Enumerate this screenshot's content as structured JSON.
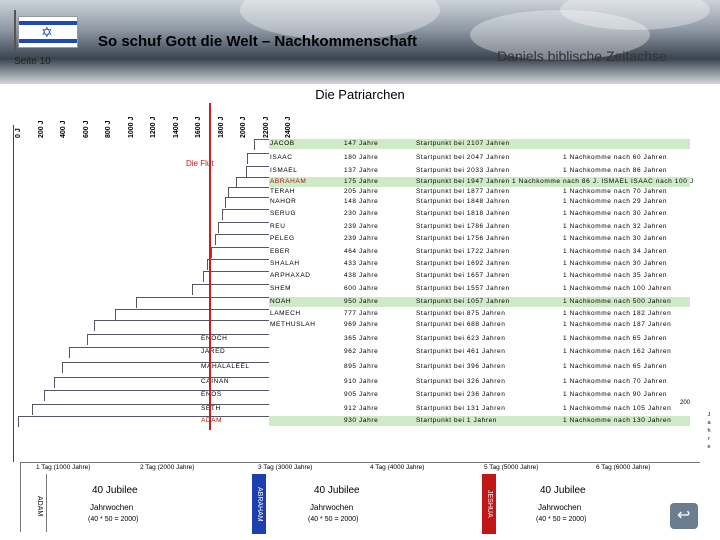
{
  "header": {
    "title": "So schuf Gott die Welt – Nachkommenschaft",
    "page": "Seite 10",
    "subtitle": "Daniels biblische Zeitachse",
    "flag_icon": "israel-flag-icon"
  },
  "section_title": "Die Patriarchen",
  "scale_labels": [
    "0 J",
    "200 J",
    "400 J",
    "600 J",
    "800 J",
    "1000 J",
    "1200 J",
    "1400 J",
    "1600 J",
    "1800 J",
    "2000 J",
    "2200 J",
    "2400 J"
  ],
  "flood_label": "Die Flut",
  "patriarchs": [
    {
      "name": "JACOB",
      "age": "147 Jahre",
      "start": "Startpunkt  bei  2107 Jahren",
      "offspring": "",
      "green": true,
      "startYear": 2107,
      "life": 147
    },
    {
      "name": "ISAAC",
      "age": "180 Jahre",
      "start": "Startpunkt  bei  2047 Jahren",
      "offspring": "1  Nachkomme nach 60 Jahren",
      "green": false,
      "startYear": 2047,
      "life": 180
    },
    {
      "name": "ISMAEL",
      "age": "137 Jahre",
      "start": "Startpunkt  bei  2033 Jahren",
      "offspring": "1  Nachkomme nach 86 Jahren",
      "green": false,
      "startYear": 2033,
      "life": 137
    },
    {
      "name": "ABRAHAM",
      "age": "175 Jahre",
      "start": "Startpunkt  bei  1947 Jahren  1  Nachkomme nach 86 J. ISMAEL ISAAC nach 100 J",
      "offspring": "",
      "green": true,
      "startYear": 1947,
      "life": 175
    },
    {
      "name": "TERAH",
      "age": "205 Jahre",
      "start": "Startpunkt  bei  1877 Jahren",
      "offspring": "1  Nachkomme nach 70 Jahren",
      "green": false,
      "startYear": 1877,
      "life": 205
    },
    {
      "name": "NAHOR",
      "age": "148 Jahre",
      "start": "Startpunkt  bei  1848 Jahren",
      "offspring": "1  Nachkomme nach 29 Jahren",
      "green": false,
      "startYear": 1848,
      "life": 148
    },
    {
      "name": "SERUG",
      "age": "230 Jahre",
      "start": "Startpunkt  bei  1818 Jahren",
      "offspring": "1  Nachkomme nach 30 Jahren",
      "green": false,
      "startYear": 1818,
      "life": 230
    },
    {
      "name": "REU",
      "age": "239 Jahre",
      "start": "Startpunkt  bei  1786 Jahren",
      "offspring": "1  Nachkomme nach 32 Jahren",
      "green": false,
      "startYear": 1786,
      "life": 239
    },
    {
      "name": "PELEG",
      "age": "239 Jahre",
      "start": "Startpunkt  bei  1756 Jahren",
      "offspring": "1  Nachkomme nach 30 Jahren",
      "green": false,
      "startYear": 1756,
      "life": 239
    },
    {
      "name": "EBER",
      "age": "464 Jahre",
      "start": "Startpunkt  bei  1722 Jahren",
      "offspring": "1  Nachkomme nach 34 Jahren",
      "green": false,
      "startYear": 1722,
      "life": 464
    },
    {
      "name": "SHALAH",
      "age": "433 Jahre",
      "start": "Startpunkt  bei  1692 Jahren",
      "offspring": "1  Nachkomme nach 30 Jahren",
      "green": false,
      "startYear": 1692,
      "life": 433
    },
    {
      "name": "ARPHAXAD",
      "age": "438 Jahre",
      "start": "Startpunkt  bei  1657 Jahren",
      "offspring": "1  Nachkomme nach 35 Jahren",
      "green": false,
      "startYear": 1657,
      "life": 438
    },
    {
      "name": "SHEM",
      "age": "600 Jahre",
      "start": "Startpunkt  bei  1557 Jahren",
      "offspring": "1  Nachkomme nach 100 Jahren",
      "green": false,
      "startYear": 1557,
      "life": 600
    },
    {
      "name": "NOAH",
      "age": "950 Jahre",
      "start": "Startpunkt  bei  1057 Jahren",
      "offspring": "1  Nachkomme nach 500 Jahren",
      "green": true,
      "startYear": 1057,
      "life": 950
    },
    {
      "name": "LAMECH",
      "age": "777 Jahre",
      "start": "Startpunkt  bei   875  Jahren",
      "offspring": "1  Nachkomme nach 182 Jahren",
      "green": false,
      "startYear": 875,
      "life": 777
    },
    {
      "name": "METHUSLAH",
      "age": "969 Jahre",
      "start": "Startpunkt  bei  688  Jahren",
      "offspring": "1  Nachkomme nach 187 Jahren",
      "green": false,
      "startYear": 688,
      "life": 969
    },
    {
      "name": "ENOCH",
      "age": "365 Jahre",
      "start": "Startpunkt  bei  623  Jahren",
      "offspring": "1  Nachkomme nach  65 Jahren",
      "green": false,
      "startYear": 623,
      "life": 365
    },
    {
      "name": "JARED",
      "age": "962 Jahre",
      "start": "Startpunkt  bei  461  Jahren",
      "offspring": "1  Nachkomme nach 162 Jahren",
      "green": false,
      "startYear": 461,
      "life": 962
    },
    {
      "name": "MAHALALEEL",
      "age": "895 Jahre",
      "start": "Startpunkt  bei  396  Jahren",
      "offspring": "1  Nachkomme nach  65 Jahren",
      "green": false,
      "startYear": 396,
      "life": 895
    },
    {
      "name": "CAINAN",
      "age": "910 Jahre",
      "start": "Startpunkt  bei  326  Jahren",
      "offspring": "1  Nachkomme nach  70 Jahren",
      "green": false,
      "startYear": 326,
      "life": 910
    },
    {
      "name": "ENOS",
      "age": "905 Jahre",
      "start": "Startpunkt  bei  236  Jahren",
      "offspring": "1  Nachkomme nach  90 Jahren",
      "green": false,
      "startYear": 236,
      "life": 905
    },
    {
      "name": "SETH",
      "age": "912 Jahre",
      "start": "Startpunkt  bei  131  Jahren",
      "offspring": "1  Nachkomme nach 105 Jahren",
      "green": false,
      "startYear": 131,
      "life": 912
    },
    {
      "name": "ADAM",
      "age": "930 Jahre",
      "start": "Startpunkt  bei     1  Jahren",
      "offspring": "1  Nachkomme nach 130 Jahren",
      "green": true,
      "startYear": 1,
      "life": 930
    }
  ],
  "right_marker": "200",
  "right_unit": "Jahre",
  "days": [
    {
      "label": "1 Tag (1000 Jahre)"
    },
    {
      "label": "2 Tag (2000 Jahre)"
    },
    {
      "label": "3 Tag (3000 Jahre)"
    },
    {
      "label": "4 Tag (4000 Jahre)"
    },
    {
      "label": "5 Tag (5000 Jahre)"
    },
    {
      "label": "6 Tag (6000 Jahre)"
    }
  ],
  "blocks": [
    {
      "side": "ADAM",
      "jubilee": "40 Jubilee",
      "weeks": "Jahrwochen",
      "formula": "(40 * 50 = 2000)"
    },
    {
      "side": "ABRAHAM",
      "jubilee": "40 Jubilee",
      "weeks": "Jahrwochen",
      "formula": "(40 * 50 = 2000)"
    },
    {
      "side": "JESHUA",
      "jubilee": "40 Jubilee",
      "weeks": "Jahrwochen",
      "formula": "(40 * 50 = 2000)"
    }
  ],
  "colors": {
    "flood": "#d21a1a",
    "highlight": "#cfeac6",
    "abraham_side": "#1d3fb0",
    "jeshua_side": "#c01818"
  }
}
